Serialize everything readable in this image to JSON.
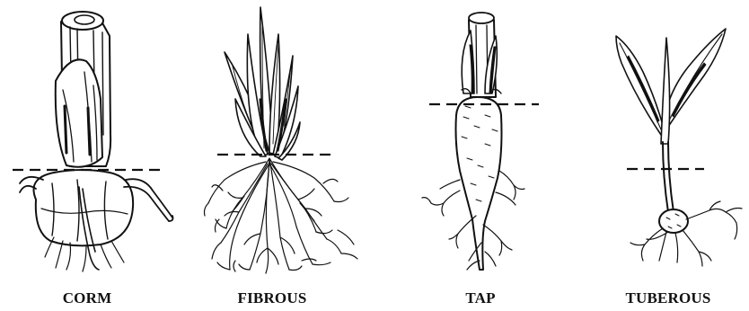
{
  "figure": {
    "labels": {
      "corm": "CORM",
      "fibrous": "FIBROUS",
      "tap": "TAP",
      "tuberous": "TUBEROUS"
    }
  },
  "colors": {
    "ink": "#111111",
    "background": "#ffffff"
  }
}
